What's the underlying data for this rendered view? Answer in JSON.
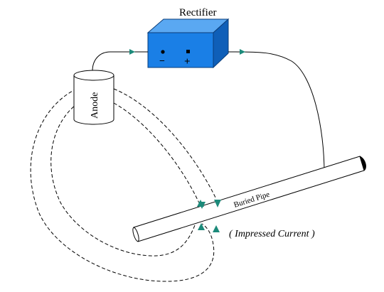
{
  "diagram": {
    "labels": {
      "rectifier": "Rectifier",
      "anode": "Anode",
      "buried_pipe": "Buried Pipe",
      "impressed_current": "( Impressed Current )"
    },
    "terminals": {
      "negative": "−",
      "positive": "+"
    },
    "colors": {
      "rectifier_front": "#1a7fe6",
      "rectifier_top": "#5aa8f2",
      "rectifier_side": "#0f5fb8",
      "arrow": "#1c8a7a",
      "line": "#000000"
    }
  }
}
